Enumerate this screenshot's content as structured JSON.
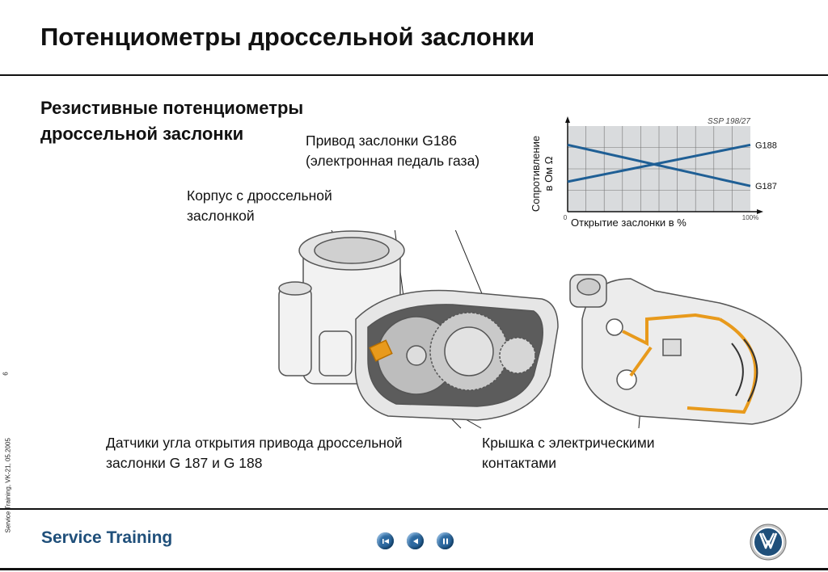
{
  "slide": {
    "title": "Потенциометры дроссельной заслонки",
    "subtitle_lines": [
      "Резистивные потенциометры",
      "дроссельной заслонки"
    ],
    "side_text": "Service Training, VK-21, 05.2005",
    "page_number": "6"
  },
  "callouts": {
    "drive_line1": "Привод заслонки G186",
    "drive_line2": "(электронная педаль газа)",
    "housing_line1": "Корпус с дроссельной",
    "housing_line2": "заслонкой",
    "sensors_line1": "Датчики угла открытия привода дроссельной",
    "sensors_line2": "заслонки G 187 и G 188",
    "cover_line1": "Крышка с электрическими",
    "cover_line2": "контактами"
  },
  "chart_data": {
    "type": "line",
    "source_tag": "SSP 198/27",
    "ylabel_line1": "Сопротивление",
    "ylabel_line2": "в Ом Ω",
    "xlabel": "Открытие заслонки в %",
    "x_tick_start": "0",
    "x_tick_end": "100%",
    "xlim": [
      0,
      100
    ],
    "ylim": [
      0,
      1
    ],
    "series": [
      {
        "name": "G188",
        "x": [
          0,
          100
        ],
        "y": [
          0.35,
          0.78
        ],
        "color": "#1f5f95"
      },
      {
        "name": "G187",
        "x": [
          0,
          100
        ],
        "y": [
          0.78,
          0.3
        ],
        "color": "#1f5f95"
      }
    ],
    "grid": true
  },
  "footer": {
    "brand": "Service Training",
    "logo": "VW"
  },
  "nav": {
    "first_icon": "skip-back-icon",
    "prev_icon": "play-back-icon",
    "pause_icon": "pause-icon"
  },
  "colors": {
    "brand_blue": "#1f4f7a",
    "chart_blue": "#1f5f95",
    "grid_bg": "#d9dbdd",
    "accent_orange": "#e89a1c"
  }
}
